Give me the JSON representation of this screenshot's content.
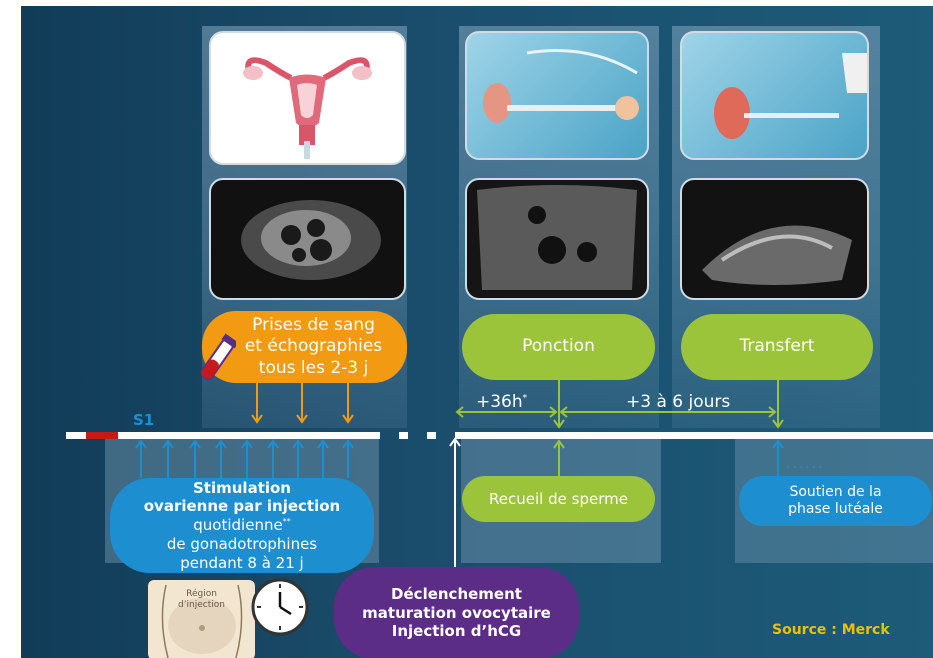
{
  "labels": {
    "s1": "S1",
    "prises": [
      "Prises de sang",
      "et échographies",
      "tous les 2-3 j"
    ],
    "ponction": "Ponction",
    "transfert": "Transfert",
    "plus36h": "+36h",
    "plus36h_star": "*",
    "plus3a6": "+3 à 6 jours",
    "stimulation_bold": [
      "Stimulation",
      "ovarienne par injection"
    ],
    "stimulation_rest": [
      "quotidienne",
      "de gonadotrophines",
      "pendant 8 à 21 j"
    ],
    "stimulation_stars": "**",
    "recueil": "Recueil de sperme",
    "soutien": [
      "Soutien de la",
      "phase lutéale"
    ],
    "declenchement": [
      "Déclenchement",
      "maturation ovocytaire",
      "Injection d’hCG"
    ],
    "source": "Source : Merck",
    "region": [
      "Région",
      "d’injection"
    ],
    "soutien_dots": "......"
  },
  "colors": {
    "background": "#134360",
    "orange": "#f29b12",
    "green": "#9bc43b",
    "blue": "#1d8fd0",
    "purple": "#5b2d86",
    "source": "#e8c200",
    "s1": "#1d8fd0",
    "red_segment": "#c41a1a"
  },
  "icons": [
    "uterus-illustration",
    "ultrasound-image",
    "blood-tube-icon",
    "clock-icon",
    "abdomen-icon"
  ]
}
